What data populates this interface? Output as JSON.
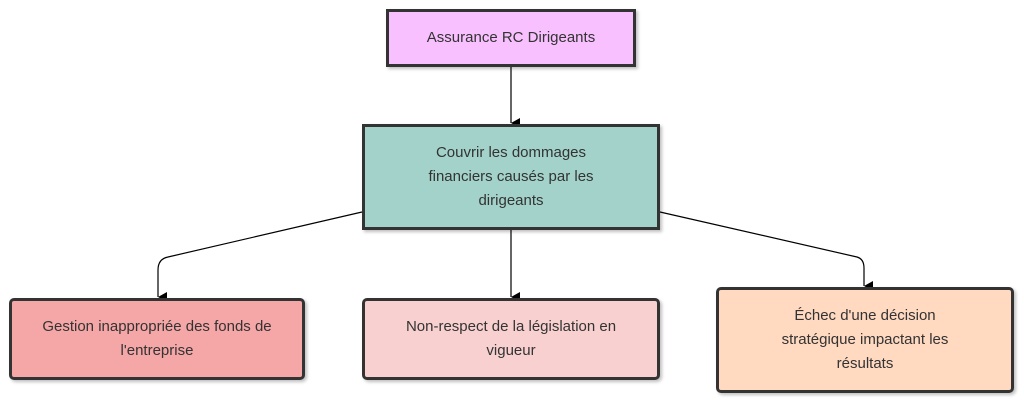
{
  "diagram": {
    "type": "flowchart",
    "direction": "top-down",
    "nodes": {
      "root": {
        "label": "Assurance RC Dirigeants",
        "fill": "#f9c0ff"
      },
      "mid": {
        "label": "Couvrir les dommages financiers causés par les dirigeants",
        "fill": "#a3d2ca"
      },
      "a": {
        "label": "Gestion inappropriée des fonds de l'entreprise",
        "fill": "#f5a6a6"
      },
      "b": {
        "label": "Non-respect de la législation en vigueur",
        "fill": "#f8d0d0"
      },
      "c": {
        "label": "Échec d'une décision stratégique impactant les résultats",
        "fill": "#ffd9c0"
      }
    },
    "edges": [
      {
        "from": "root",
        "to": "mid"
      },
      {
        "from": "mid",
        "to": "a"
      },
      {
        "from": "mid",
        "to": "b"
      },
      {
        "from": "mid",
        "to": "c"
      }
    ],
    "edge_color": "#000000",
    "border_color": "#333333"
  }
}
